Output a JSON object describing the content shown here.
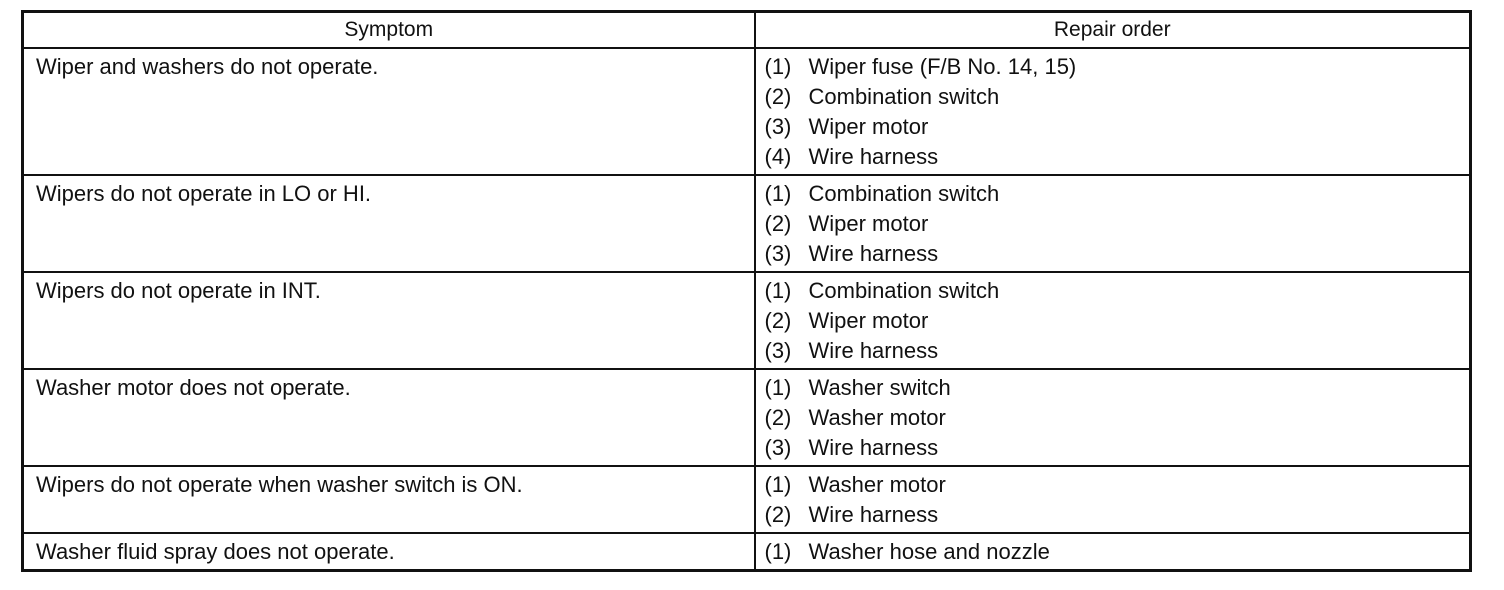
{
  "table": {
    "headers": {
      "symptom": "Symptom",
      "repair_order": "Repair order"
    },
    "rows": [
      {
        "symptom": "Wiper and washers do not operate.",
        "steps": [
          {
            "num": "(1)",
            "text": "Wiper fuse (F/B No. 14, 15)"
          },
          {
            "num": "(2)",
            "text": "Combination switch"
          },
          {
            "num": "(3)",
            "text": "Wiper motor"
          },
          {
            "num": "(4)",
            "text": "Wire harness"
          }
        ]
      },
      {
        "symptom": "Wipers do not operate in LO or HI.",
        "steps": [
          {
            "num": "(1)",
            "text": "Combination switch"
          },
          {
            "num": "(2)",
            "text": "Wiper motor"
          },
          {
            "num": "(3)",
            "text": "Wire harness"
          }
        ]
      },
      {
        "symptom": "Wipers do not operate in INT.",
        "steps": [
          {
            "num": "(1)",
            "text": "Combination switch"
          },
          {
            "num": "(2)",
            "text": "Wiper motor"
          },
          {
            "num": "(3)",
            "text": "Wire harness"
          }
        ]
      },
      {
        "symptom": "Washer motor does not operate.",
        "steps": [
          {
            "num": "(1)",
            "text": "Washer switch"
          },
          {
            "num": "(2)",
            "text": "Washer motor"
          },
          {
            "num": "(3)",
            "text": "Wire harness"
          }
        ]
      },
      {
        "symptom": "Wipers do not operate when washer switch is ON.",
        "steps": [
          {
            "num": "(1)",
            "text": "Washer motor"
          },
          {
            "num": "(2)",
            "text": "Wire harness"
          }
        ]
      },
      {
        "symptom": "Washer fluid spray does not operate.",
        "steps": [
          {
            "num": "(1)",
            "text": "Washer hose and nozzle"
          }
        ]
      }
    ]
  }
}
